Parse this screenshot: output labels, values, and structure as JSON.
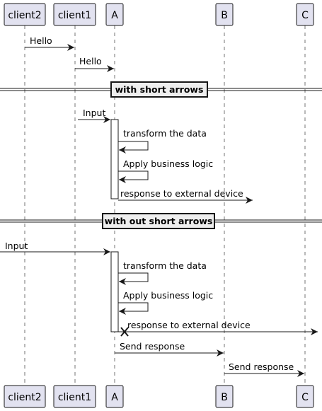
{
  "participants": {
    "client2": "client2",
    "client1": "client1",
    "a": "A",
    "b": "B",
    "c": "C"
  },
  "messages": {
    "m1": "Hello",
    "m2": "Hello",
    "m3": "Input",
    "m4": "transform the data",
    "m5": "Apply business logic",
    "m6": "response to external device",
    "m7": "Input",
    "m8": "transform the data",
    "m9": "Apply business logic",
    "m10": "response to external device",
    "m11": "Send response",
    "m12": "Send response"
  },
  "dividers": {
    "d1": "with short arrows",
    "d2": "with out short arrows"
  }
}
